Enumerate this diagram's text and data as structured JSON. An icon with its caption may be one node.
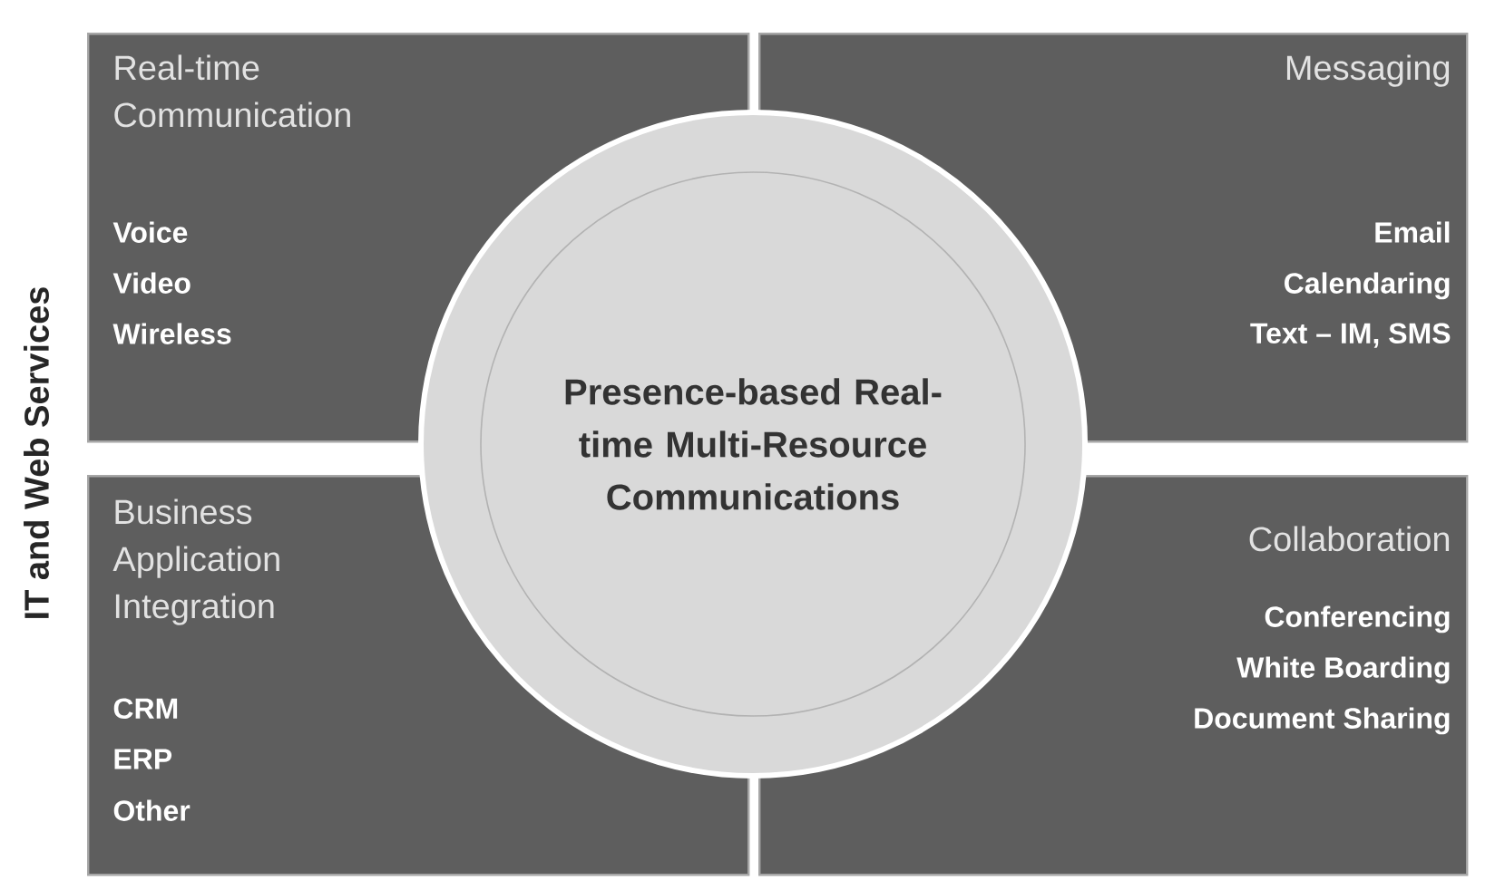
{
  "diagram": {
    "nodes": [
      {
        "text": [
          "Real-time Communication",
          "Voice",
          "Video",
          "Wireless"
        ]
      },
      {
        "text": [
          "Messaging",
          "Email",
          "Calendaring",
          "Text – IM, SMS"
        ]
      },
      {
        "text": [
          "Business Application Integration",
          "CRM",
          "ERP",
          "Other"
        ]
      },
      {
        "text": [
          "Collaboration",
          "Conferencing",
          "White Boarding",
          "Document Sharing"
        ]
      },
      {
        "text": [
          "Presence-based Real-time Multi-Resource Communications"
        ]
      }
    ],
    "labels": [
      "IT and Web Services"
    ]
  }
}
